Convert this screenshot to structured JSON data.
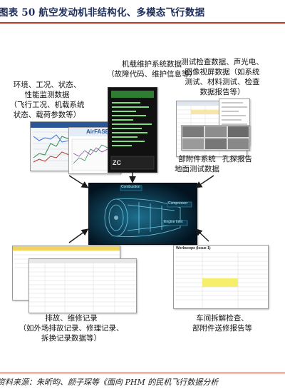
{
  "header": {
    "title": "图表 50  航空发动机非结构化、多模态飞行数据"
  },
  "labels": {
    "monitoring": [
      "环境、工况、状态、",
      "性能监测数据",
      "（飞行工况、机载系统",
      "状态、载荷参数等）"
    ],
    "onboard": [
      "机载维护系统数据",
      "（故障代码、维护信息等）"
    ],
    "test": [
      "测试检查数据、声光电、",
      "图像视屏数据（如系统",
      "测试、材料测试、检查",
      "数据报告等）"
    ],
    "ground": [
      "部附件系统",
      "地面测试数据"
    ],
    "borescope": "孔探报告",
    "maintenance": [
      "排故、维修记录",
      "（如外场排故记录、修理记录、",
      "拆换记录数据等）"
    ],
    "workshop": [
      "车间拆解检查、",
      "部附件送修报告等"
    ]
  },
  "screens": {
    "monitoring_logo": "AirFASE",
    "engine_tags": [
      "Combustion",
      "Compressor",
      "Engine Inlet"
    ],
    "workshop_doc_title": "Workscope (Issue 1)",
    "onboard_brand": "ZC"
  },
  "footer": {
    "source": "资料来源：朱昕昀、颜子琛等《面向 PHM 的民机飞行数据分析"
  },
  "colors": {
    "accent_red": "#c0392b",
    "title_blue": "#1f2f5c"
  }
}
